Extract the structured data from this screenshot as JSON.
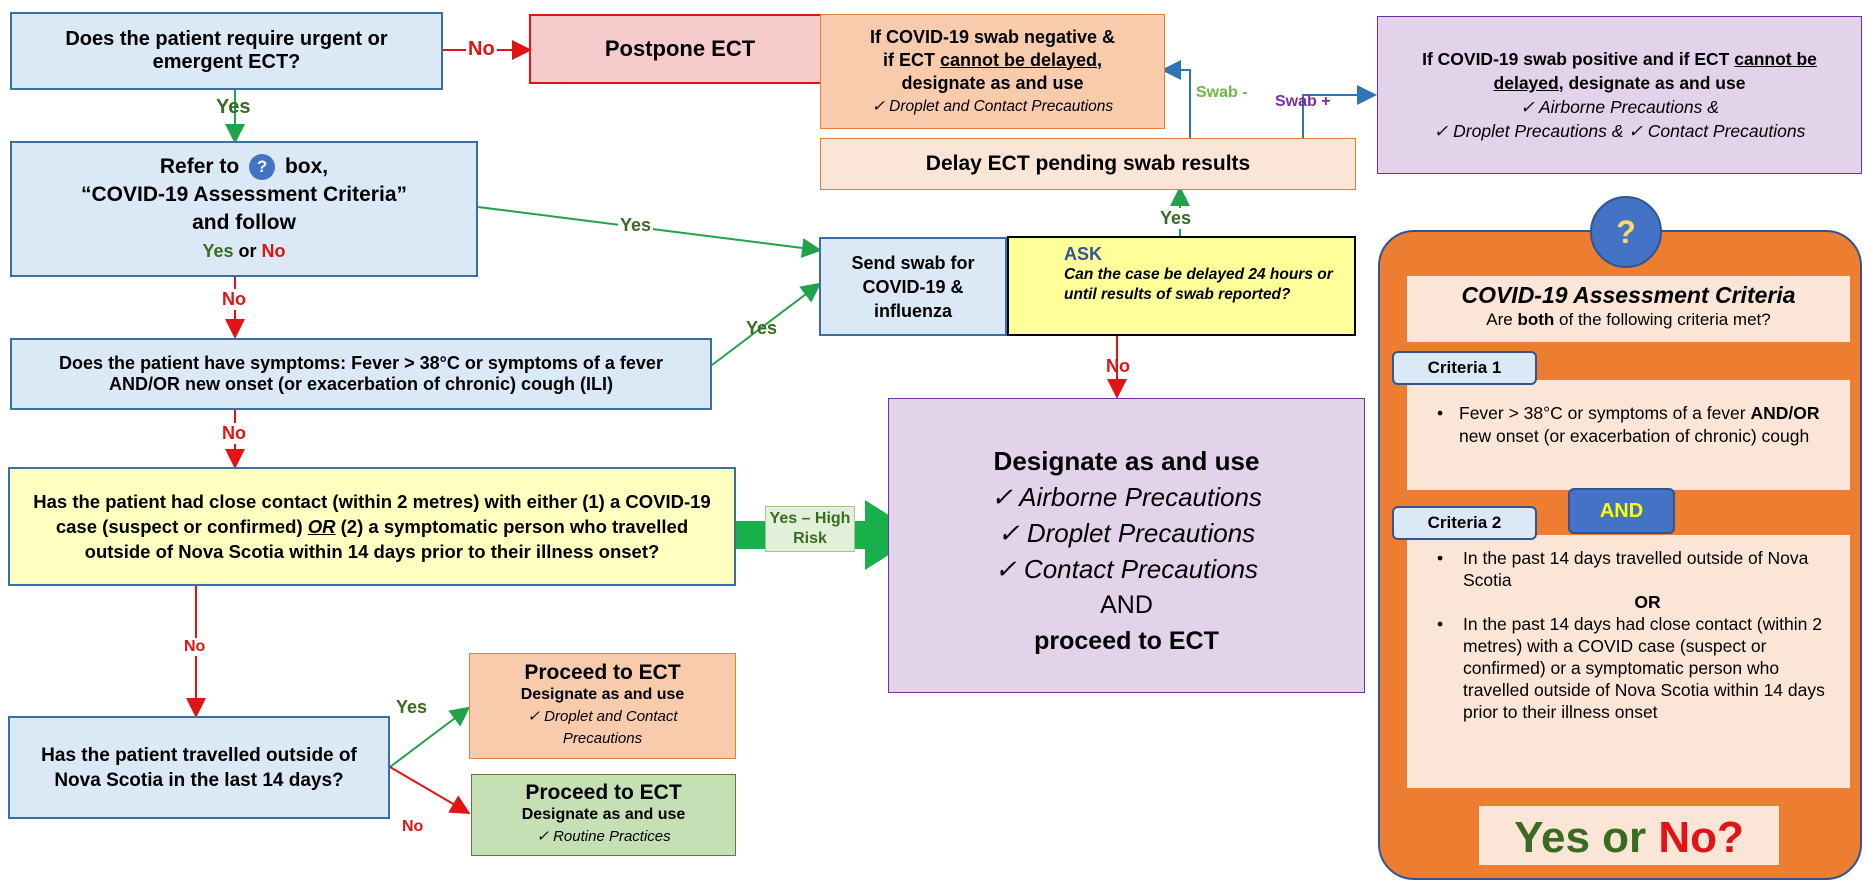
{
  "q1": {
    "text": "Does the patient require urgent or emergent ECT?"
  },
  "postpone": {
    "text": "Postpone ECT"
  },
  "refer": {
    "line1": "Refer to",
    "line1b": "box,",
    "line2": "“COVID-19 Assessment Criteria”",
    "line3": "and follow",
    "yes": "Yes",
    "or": "or",
    "no": "No"
  },
  "q_symptoms": {
    "text": "Does the patient have symptoms: Fever > 38°C or symptoms of a fever AND/OR new onset (or exacerbation of chronic) cough (ILI)"
  },
  "q_contact": {
    "part1": "Has the patient had close contact (within 2 metres) with either (1) a COVID-19 case (suspect or confirmed)",
    "or": "OR",
    "part2": "(2) a symptomatic person who travelled outside of Nova Scotia within 14 days prior to their illness onset?"
  },
  "q_travel": {
    "text": "Has the patient travelled outside of Nova Scotia in the last 14 days?"
  },
  "proceed_droplet": {
    "title": "Proceed to ECT",
    "sub": "Designate as and use",
    "item": "✓ Droplet and Contact Precautions"
  },
  "proceed_routine": {
    "title": "Proceed to ECT",
    "sub": "Designate as and use",
    "item": "✓ Routine Practices"
  },
  "send_swab": {
    "text": "Send swab for COVID-19 & influenza"
  },
  "ask": {
    "title": "ASK",
    "text": "Can the case be delayed 24 hours or until results of swab reported?"
  },
  "delay": {
    "text": "Delay ECT pending swab results"
  },
  "swab_neg": {
    "line1": "If COVID-19 swab negative &",
    "line2a": "if ECT",
    "line2u": "cannot be delayed",
    "line2b": ",",
    "line3": "designate as and use",
    "item": "✓ Droplet and Contact Precautions"
  },
  "swab_pos": {
    "line1a": "If COVID-19 swab positive and if ECT",
    "line1u": "cannot be delayed",
    "line1b": ", designate as and use",
    "item1": "✓ Airborne Precautions &",
    "item2": "✓ Droplet Precautions & ✓ Contact Precautions"
  },
  "designate": {
    "title": "Designate as and use",
    "items": [
      "✓ Airborne Precautions",
      "✓ Droplet Precautions",
      "✓ Contact Precautions"
    ],
    "and": "AND",
    "proceed": "proceed to ECT"
  },
  "labels": {
    "no": "No",
    "yes": "Yes",
    "swab_minus": "Swab -",
    "swab_plus": "Swab +",
    "yes_high": "Yes – High Risk"
  },
  "criteria": {
    "q_icon": "?",
    "title": "COVID-19 Assessment Criteria",
    "subtitle_a": "Are",
    "subtitle_b": "both",
    "subtitle_c": "of the following criteria met?",
    "c1_label": "Criteria 1",
    "c1_a": "Fever > 38°C or symptoms of a fever",
    "c1_b": "AND/OR",
    "c1_c": "new onset (or exacerbation of chronic) cough",
    "and": "AND",
    "c2_label": "Criteria 2",
    "c2_item1": "In the past 14 days travelled outside of Nova Scotia",
    "c2_or": "OR",
    "c2_item2": "In the past 14 days had close contact (within 2 metres) with a COVID case (suspect or confirmed) or a symptomatic person who travelled outside of Nova Scotia within 14 days prior to their illness onset",
    "footer_yes": "Yes",
    "footer_or": "or",
    "footer_no": "No?"
  },
  "colors": {
    "blue_box": "#dbe8f5",
    "red": "#e01414",
    "green": "#3a6b22",
    "orange_panel": "#ed7d31",
    "purple_box": "#e2d3ea",
    "yellow_box": "#ffff99"
  }
}
